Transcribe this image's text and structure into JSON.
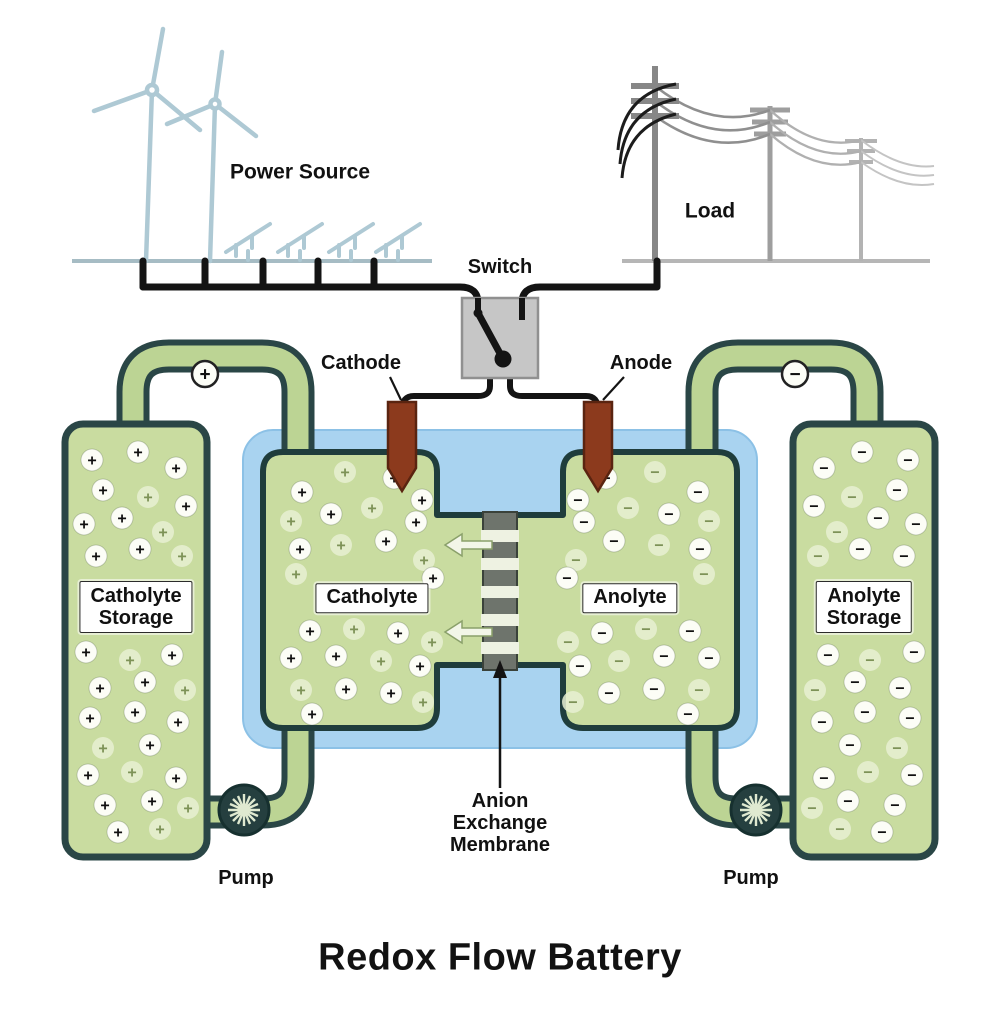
{
  "title": "Redox Flow Battery",
  "labels": {
    "power_source": "Power Source",
    "load": "Load",
    "switch": "Switch",
    "cathode": "Cathode",
    "anode": "Anode",
    "catholyte": "Catholyte",
    "anolyte": "Anolyte",
    "catholyte_storage_line1": "Catholyte",
    "catholyte_storage_line2": "Storage",
    "anolyte_storage_line1": "Anolyte",
    "anolyte_storage_line2": "Storage",
    "membrane_line1": "Anion",
    "membrane_line2": "Exchange",
    "membrane_line3": "Membrane",
    "pump_left": "Pump",
    "pump_right": "Pump"
  },
  "symbols": {
    "positive": "+",
    "negative": "−"
  },
  "colors": {
    "electrolyte_green": "#c9dca0",
    "pipe_green": "#bcd494",
    "outline_dark": "#24403f",
    "cell_blue": "#a9d3f0",
    "electrode_brown": "#8c3a1d",
    "wire_black": "#141414",
    "renewable_blue": "#aec9d4",
    "grid_gray": "#9e9e9e",
    "membrane_gray": "#6e746c",
    "switch_gray": "#c6c6c6"
  }
}
